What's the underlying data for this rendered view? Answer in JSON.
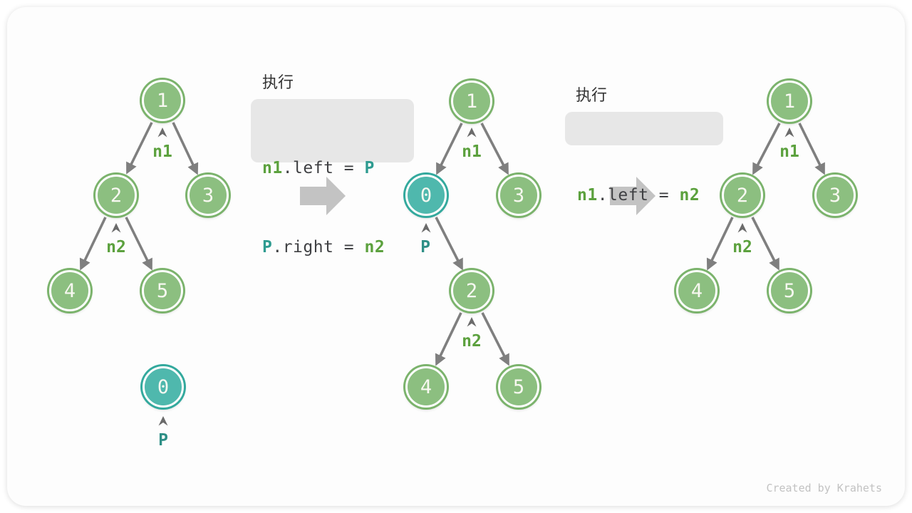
{
  "watermark": "Created by Krahets",
  "colors": {
    "node_green_fill": "#8cbf80",
    "node_green_ring": "#7bb36c",
    "node_teal_fill": "#4fb8ad",
    "node_teal_ring": "#33a99d",
    "edge_gray": "#7f7f7f",
    "block_arrow_gray": "#c3c3c3",
    "token_green": "#5ca13e",
    "token_teal": "#2e9b90",
    "code_background": "#e7e7e7"
  },
  "code_blocks": [
    {
      "exec_label": "执行",
      "line1": {
        "a": "n1",
        "b": ".left = ",
        "c": "P"
      },
      "line2": {
        "a": "P",
        "b": ".right = ",
        "c": "n2"
      }
    },
    {
      "exec_label": "执行",
      "line1": {
        "a": "n1",
        "b": ".left = ",
        "c": "n2"
      }
    }
  ],
  "trees": [
    {
      "name": "tree-before",
      "nodes": {
        "v1": "1",
        "v2": "2",
        "v3": "3",
        "v4": "4",
        "v5": "5",
        "v0": "0"
      },
      "pointers": {
        "n1": "n1",
        "n2": "n2",
        "p": "P"
      }
    },
    {
      "name": "tree-intermediate",
      "nodes": {
        "v1": "1",
        "v0": "0",
        "v3": "3",
        "v2": "2",
        "v4": "4",
        "v5": "5"
      },
      "pointers": {
        "n1": "n1",
        "p": "P",
        "n2": "n2"
      }
    },
    {
      "name": "tree-after",
      "nodes": {
        "v1": "1",
        "v2": "2",
        "v3": "3",
        "v4": "4",
        "v5": "5"
      },
      "pointers": {
        "n1": "n1",
        "n2": "n2"
      }
    }
  ]
}
